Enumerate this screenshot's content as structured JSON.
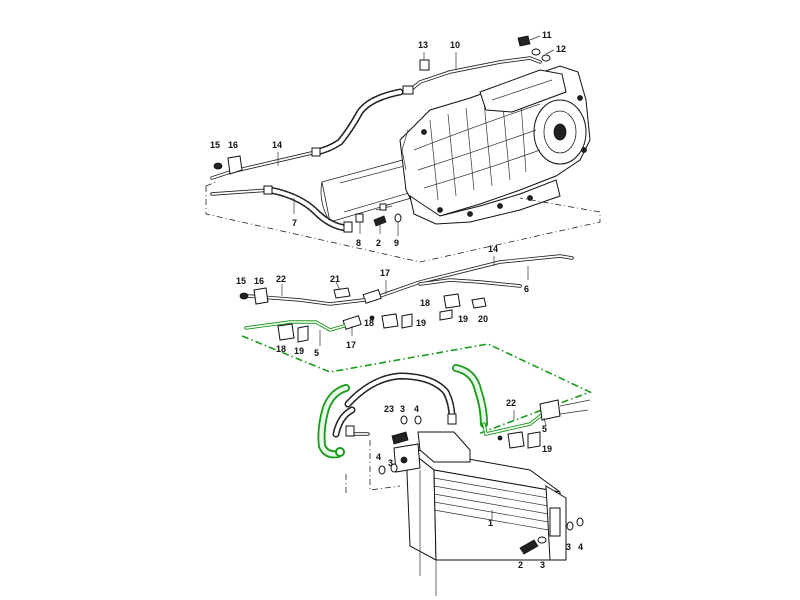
{
  "colors": {
    "highlight": "#1a9a1a",
    "ink": "#222222",
    "background": "#ffffff"
  },
  "callouts": {
    "c1": "1",
    "c2a": "2",
    "c2b": "2",
    "c3a": "3",
    "c3b": "3",
    "c3c": "3",
    "c3d": "3",
    "c4a": "4",
    "c4b": "4",
    "c4c": "4",
    "c5a": "5",
    "c5b": "5",
    "c6": "6",
    "c7": "7",
    "c8": "8",
    "c9": "9",
    "c10": "10",
    "c11": "11",
    "c12": "12",
    "c13": "13",
    "c14a": "14",
    "c14b": "14",
    "c15a": "15",
    "c15b": "15",
    "c16a": "16",
    "c16b": "16",
    "c17a": "17",
    "c17b": "17",
    "c18a": "18",
    "c18b": "18",
    "c18c": "18",
    "c19a": "19",
    "c19b": "19",
    "c19c": "19",
    "c19d": "19",
    "c20": "20",
    "c21": "21",
    "c22a": "22",
    "c22b": "22",
    "c23": "23"
  }
}
